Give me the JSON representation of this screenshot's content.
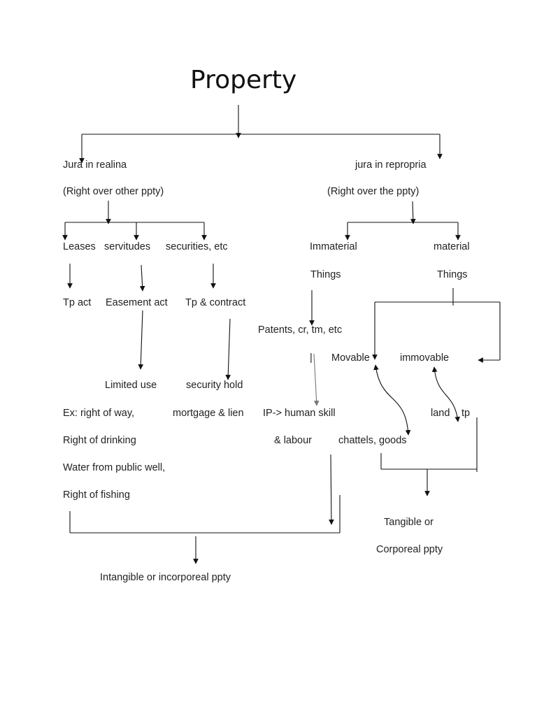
{
  "title": "Property",
  "left_branch": {
    "label": "Jura in realina",
    "sub": "(Right over other ppty)",
    "children": [
      {
        "label": "Leases",
        "act": "Tp act"
      },
      {
        "label": "servitudes",
        "act": "Easement act",
        "result": "Limited use"
      },
      {
        "label": "securities, etc",
        "act": "Tp & contract",
        "result": "security hold"
      }
    ],
    "examples": [
      "Ex: right of way,",
      "Right of drinking",
      "Water from public well,",
      "Right of fishing"
    ],
    "security_examples": "mortgage & lien"
  },
  "right_branch": {
    "label": "jura in repropria",
    "sub": "(Right over the ppty)",
    "immaterial": {
      "label": "Immaterial",
      "things": "Things",
      "examples": "Patents, cr, tm, etc",
      "separator": "|",
      "ip_line1": "IP->  human skill",
      "ip_line2": "& labour"
    },
    "material": {
      "label": "material",
      "things": "Things",
      "movable": "Movable",
      "immovable": "immovable",
      "movable_examples": "chattels, goods",
      "immovable_examples_1": "land",
      "immovable_examples_2": "tp"
    }
  },
  "outcomes": {
    "tangible_line1": "Tangible or",
    "tangible_line2": "Corporeal ppty",
    "intangible": "Intangible or incorporeal ppty"
  }
}
